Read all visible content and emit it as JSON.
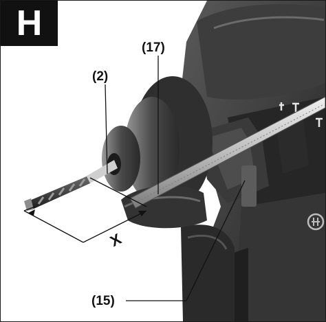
{
  "figure_letter": "H",
  "callouts": {
    "drill_bit": "(2)",
    "depth_stop_rod": "(17)",
    "depth_stop_button": "(15)"
  },
  "dimension_label": "X",
  "icons": {
    "brand_mark": "bosch-armature-logo"
  },
  "colors": {
    "tool_dark": "#2e2e2e",
    "tool_mid": "#4a4a4a",
    "tool_light": "#8a8a8a",
    "metal": "#c9c9c9",
    "line": "#111111"
  }
}
